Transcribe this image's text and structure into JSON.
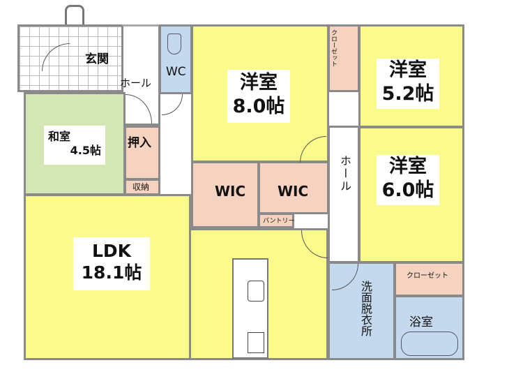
{
  "rooms": {
    "genkan": "玄関",
    "hall_top": "ホール",
    "wc": "WC",
    "washitsu": "和室",
    "washitsu_size": "4.5帖",
    "oshiire": "押入",
    "shuno": "収納",
    "yoshitsu1": "洋室",
    "yoshitsu1_size": "8.0帖",
    "closet_top": "クローゼット",
    "yoshitsu2": "洋室",
    "yoshitsu2_size": "5.2帖",
    "hall_mid": "ホール",
    "yoshitsu3": "洋室",
    "yoshitsu3_size": "6.0帖",
    "wic1": "WIC",
    "wic2": "WIC",
    "pantry": "パントリー",
    "ldk": "LDK",
    "ldk_size": "18.1帖",
    "senmen": "洗面脱衣所",
    "closet_bottom": "クローゼット",
    "yokushitsu": "浴室"
  },
  "colors": {
    "bedroom": "#fbfb8c",
    "washitsu": "#d3e6b3",
    "wet": "#c4d9ee",
    "storage": "#f6d3c0"
  }
}
